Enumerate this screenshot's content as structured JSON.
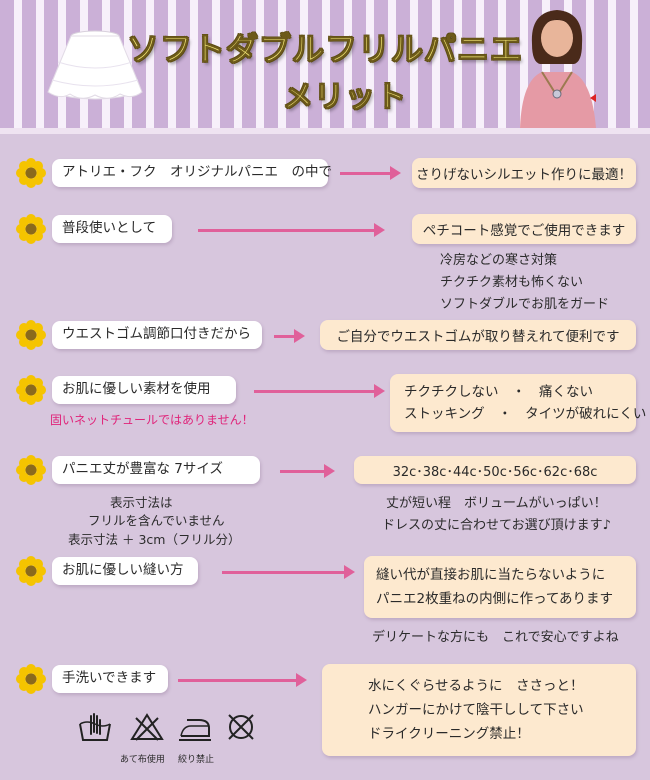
{
  "header": {
    "title_line1": "ソフトダブルフリルパニエ",
    "title_line2": "メリット",
    "colors": {
      "stripe": "#cbb0d7",
      "title_fill": "#f8ec7a"
    },
    "images": [
      "white-petticoat-image",
      "model-photo"
    ]
  },
  "rows": [
    {
      "label": "アトリエ・フク　オリジナルパニエ　の中で",
      "result": "さりげないシルエット作りに最適！"
    },
    {
      "label": "普段使いとして",
      "result": "ペチコート感覚でご使用できます",
      "notes": [
        "冷房などの寒さ対策",
        "チクチク素材も怖くない",
        "ソフトダブルでお肌をガード"
      ]
    },
    {
      "label": "ウエストゴム調節口付きだから",
      "result": "ご自分でウエストゴムが取り替えれて便利です"
    },
    {
      "label": "お肌に優しい素材を使用",
      "warning": "固いネットチュールではありません！",
      "result_lines": [
        "チクチクしない　・　痛くない",
        "ストッキング　・　タイツが破れにくい"
      ]
    },
    {
      "label": "パニエ丈が豊富な 7サイズ",
      "result": "32c･38c･44c･50c･56c･62c･68c",
      "size_notes": [
        "表示寸法は",
        "フリルを含んでいません",
        "表示寸法 ＋ 3cm（フリル分）"
      ],
      "notes": [
        "丈が短い程　ボリュームがいっぱい！",
        "ドレスの丈に合わせてお選び頂けます♪"
      ]
    },
    {
      "label": "お肌に優しい縫い方",
      "result_lines": [
        "縫い代が直接お肌に当たらないように",
        "パニエ2枚重ねの内側に作ってあります"
      ],
      "notes": [
        "デリケートな方にも　これで安心ですよね"
      ]
    },
    {
      "label": "手洗いできます",
      "result_lines": [
        "水にくぐらせるように　ささっと！",
        "ハンガーにかけて陰干しして下さい",
        "ドライクリーニング禁止！"
      ],
      "care_icons": [
        "hand-wash-icon",
        "no-bleach-icon",
        "iron-with-cloth-icon",
        "no-tumble-dry-icon"
      ],
      "care_labels": [
        "あて布使用",
        "絞り禁止"
      ]
    }
  ],
  "colors": {
    "background": "#d7c6dd",
    "pill": "#ffffff",
    "result_box": "#fde9cf",
    "arrow": "#e0609a",
    "warning_text": "#e0247a",
    "flower": "#f5c400"
  }
}
